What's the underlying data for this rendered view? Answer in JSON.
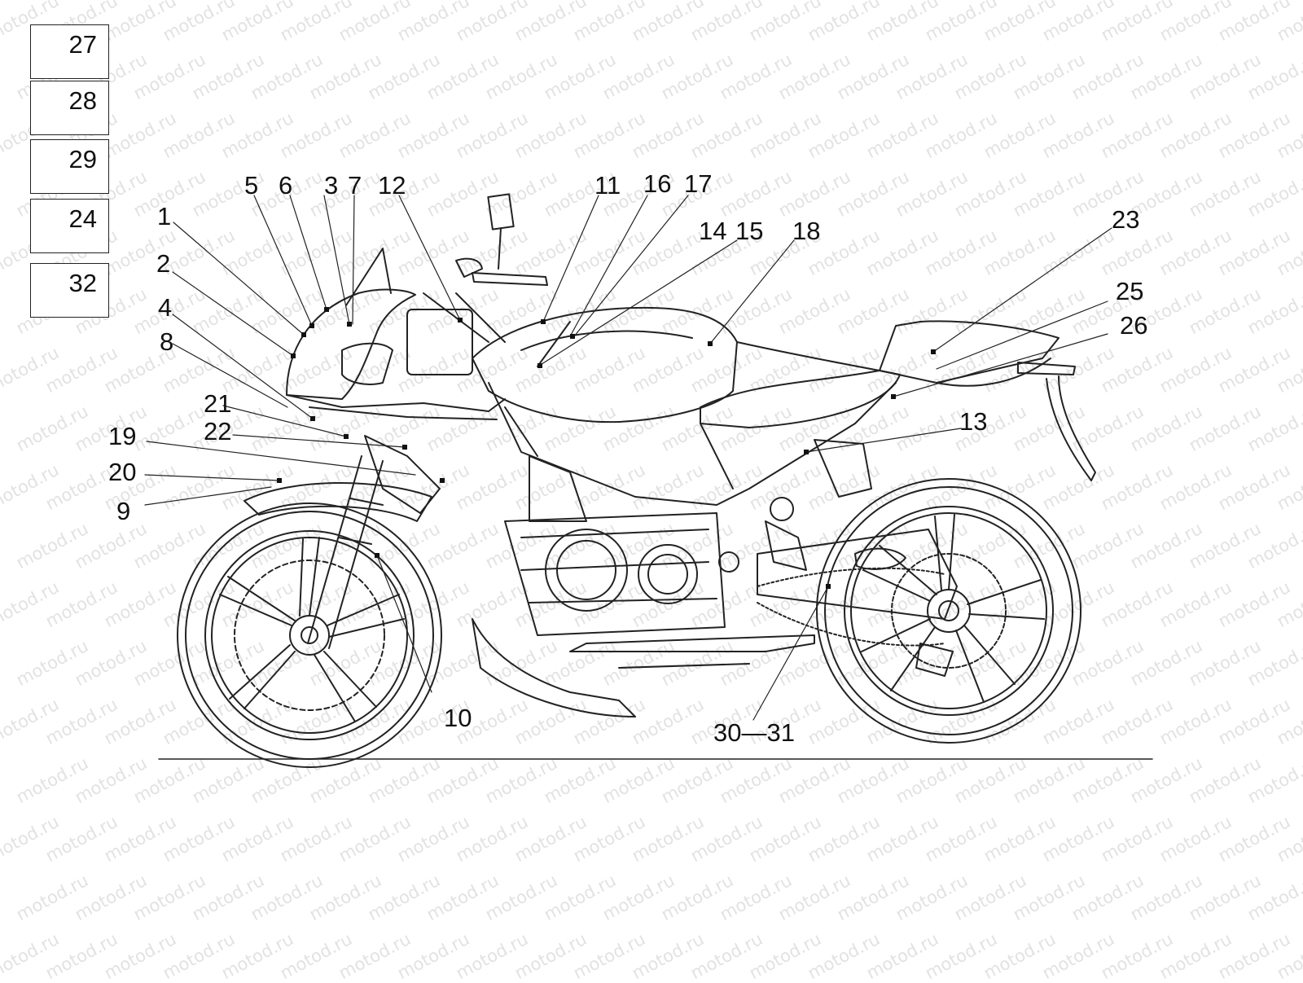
{
  "watermark_text": "motod.ru",
  "legend_boxes": [
    "27",
    "28",
    "29",
    "24",
    "32"
  ],
  "callouts": {
    "c1": "1",
    "c2": "2",
    "c3": "3",
    "c4": "4",
    "c5": "5",
    "c6": "6",
    "c7": "7",
    "c8": "8",
    "c9": "9",
    "c10": "10",
    "c11": "11",
    "c12": "12",
    "c13": "13",
    "c14": "14",
    "c15": "15",
    "c16": "16",
    "c17": "17",
    "c18": "18",
    "c19": "19",
    "c20": "20",
    "c21": "21",
    "c22": "22",
    "c23": "23",
    "c25": "25",
    "c26": "26",
    "c3031": "30—31"
  },
  "colors": {
    "line": "#222222",
    "watermark": "#e2e2e2",
    "background": "#ffffff"
  }
}
